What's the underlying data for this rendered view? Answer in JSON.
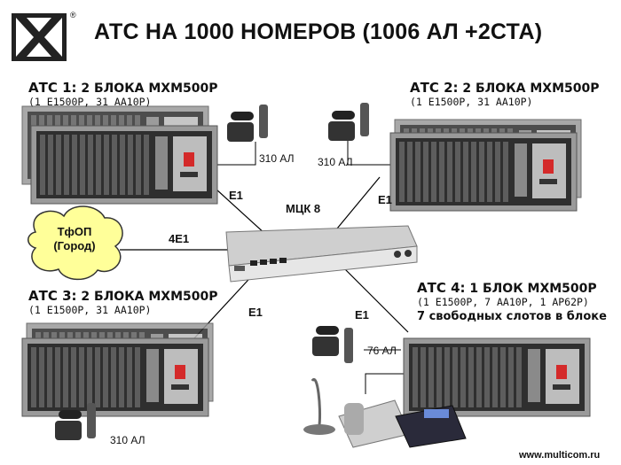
{
  "title": "АТС НА 1000 НОМЕРОВ (1006 АЛ +2СТА)",
  "logo": {
    "mark": "®"
  },
  "atc1": {
    "title_prefix": "АТС 1:",
    "title_rest": "2 БЛОКА MXM500P",
    "subtitle": "(1 E1500P, 31 AA10P)",
    "phone_label": "310 АЛ"
  },
  "atc2": {
    "title_prefix": "АТС 2:",
    "title_rest": "2 БЛОКА MXM500P",
    "subtitle": "(1 E1500P, 31 AA10P)",
    "phone_label": "310 АЛ"
  },
  "atc3": {
    "title_prefix": "АТС 3:",
    "title_rest": "2 БЛОКА MXM500P",
    "subtitle": "(1 E1500P, 31 AA10P)",
    "phone_label": "310 АЛ"
  },
  "atc4": {
    "title_prefix": "АТС 4:",
    "title_rest": "1 БЛОК MXM500P",
    "subtitle": "(1 E1500P, 7 AA10P, 1 AP62P)",
    "note": "7 свободных слотов в блоке",
    "phone_label": "76 АЛ"
  },
  "hub": {
    "label": "МЦК 8"
  },
  "pstn": {
    "line1": "ТфОП",
    "line2": "(Город)"
  },
  "links": {
    "atc1": "E1",
    "atc2": "E1",
    "atc3": "E1",
    "atc4": "E1",
    "pstn": "4E1"
  },
  "website": "www.multicom.ru",
  "colors": {
    "chassis": "#8c8c8c",
    "chassis_dark": "#3a3a3a",
    "cloud": "#ffff99",
    "power": "#d42a2a"
  }
}
